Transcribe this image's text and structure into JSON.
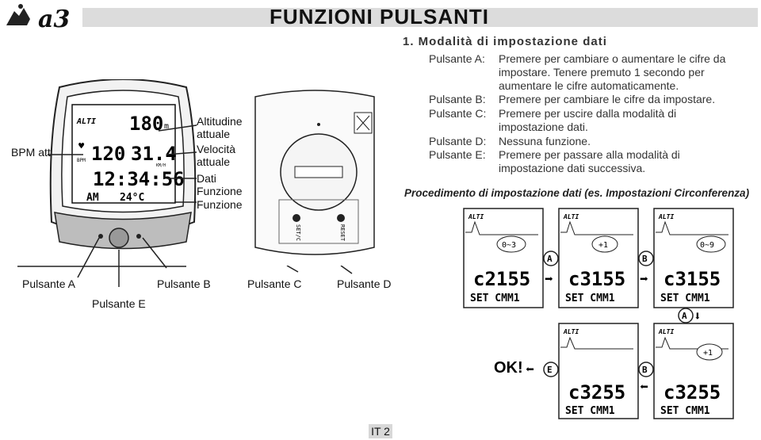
{
  "header": {
    "logo_text": "a3",
    "title": "FUNZIONI PULSANTI"
  },
  "section": {
    "heading": "1. Modalità di impostazione dati"
  },
  "buttons": [
    {
      "label": "Pulsante A:",
      "text": "Premere per cambiare o aumentare le cifre da impostare. Tenere premuto 1 secondo per aumentare le cifre automaticamente."
    },
    {
      "label": "Pulsante B:",
      "text": "Premere per cambiare le cifre da impostare."
    },
    {
      "label": "Pulsante C:",
      "text": "Premere per uscire dalla modalità di impostazione dati."
    },
    {
      "label": "Pulsante D:",
      "text": "Nessuna funzione."
    },
    {
      "label": "Pulsante E:",
      "text": "Premere per passare alla modalità di impostazione dati successiva."
    }
  ],
  "procedure_title": "Procedimento di impostazione dati (es. Impostazioni Circonferenza)",
  "device": {
    "brand": "ALTI",
    "altitude": "180",
    "altitude_unit": "m",
    "bpm_label": "BPM",
    "bpm": "120",
    "speed": "31.4",
    "speed_unit": "KM/H",
    "time": "12:34:56",
    "ampm": "AM",
    "temperature": "24°C",
    "labels": {
      "bpm": "BPM attuali",
      "altitude": "Altitudine attuale",
      "speed": "Velocità attuale",
      "data": "Dati Funzione",
      "function": "Funzione"
    }
  },
  "back_panel": {
    "label_left": "SET/C",
    "label_right": "RESET"
  },
  "button_labels": {
    "a": "Pulsante A",
    "b": "Pulsante B",
    "c": "Pulsante C",
    "d": "Pulsante D",
    "e": "Pulsante E"
  },
  "steps": [
    {
      "bubble": "0~3",
      "value": "c2155",
      "mode": "SET CMM1"
    },
    {
      "bubble": "+1",
      "value": "c3155",
      "mode": "SET CMM1"
    },
    {
      "bubble": "0~9",
      "value": "c3155",
      "mode": "SET CMM1"
    },
    {
      "bubble": "",
      "value": "c3255",
      "mode": "SET CMM1"
    },
    {
      "bubble": "+1",
      "value": "c3255",
      "mode": "SET CMM1"
    }
  ],
  "step_brand": "ALTI",
  "step_buttons": {
    "a": "A",
    "b": "B",
    "e": "E"
  },
  "ok_text": "OK!",
  "page_number": "IT 2"
}
